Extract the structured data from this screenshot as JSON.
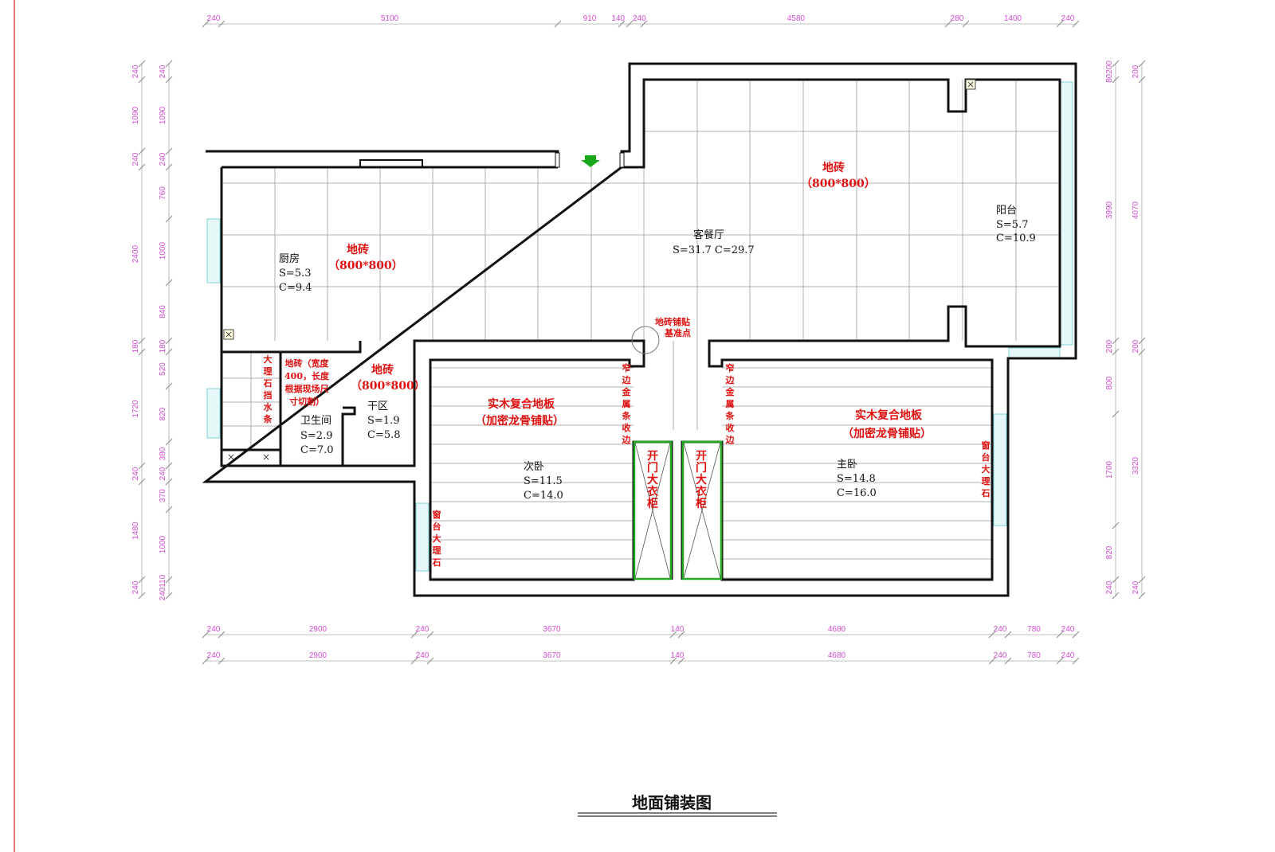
{
  "title": "地面铺装图",
  "dimensions": {
    "top": [
      "240",
      "5100",
      "910",
      "140",
      "240",
      "4580",
      "280",
      "1400",
      "240"
    ],
    "bottom_1": [
      "240",
      "2900",
      "240",
      "3670",
      "140",
      "4680",
      "240",
      "780",
      "240"
    ],
    "bottom_2": [
      "240",
      "2900",
      "240",
      "3670",
      "140",
      "4680",
      "240",
      "780",
      "240"
    ],
    "left_1": [
      "240",
      "1090",
      "240",
      "2400",
      "180",
      "1720",
      "240",
      "1480",
      "240"
    ],
    "left_2": [
      "240",
      "1090",
      "240",
      "760",
      "1000",
      "840",
      "180",
      "520",
      "820",
      "380",
      "240",
      "370",
      "1000",
      "240110"
    ],
    "right_1": [
      "80200",
      "3990",
      "200",
      "800",
      "1700",
      "820",
      "240"
    ],
    "right_2": [
      "200",
      "4070",
      "200",
      "3320",
      "240"
    ]
  },
  "rooms": {
    "kitchen": {
      "name": "厨房",
      "s": "S=5.3",
      "c": "C=9.4"
    },
    "living": {
      "name": "客餐厅",
      "sc": "S=31.7 C=29.7"
    },
    "balcony": {
      "name": "阳台",
      "s": "S=5.7",
      "c": "C=10.9"
    },
    "bathroom": {
      "name": "卫生间",
      "s": "S=2.9",
      "c": "C=7.0"
    },
    "dry_area": {
      "name": "干区",
      "s": "S=1.9",
      "c": "C=5.8"
    },
    "second_bedroom": {
      "name": "次卧",
      "s": "S=11.5",
      "c": "C=14.0"
    },
    "master_bedroom": {
      "name": "主卧",
      "s": "S=14.8",
      "c": "C=16.0"
    }
  },
  "annotations": {
    "tile": "地砖",
    "tile_size": "（800*800）",
    "wood_floor": "实木复合地板",
    "wood_floor_note": "（加密龙骨铺贴）",
    "bath_tile": [
      "地砖（宽度",
      "400，长度",
      "根据现场尺",
      "寸切割）"
    ],
    "marble_strip": [
      "大",
      "理",
      "石",
      "挡",
      "水",
      "条"
    ],
    "metal_strip": [
      "窄",
      "边",
      "金",
      "属",
      "条",
      "收",
      "边"
    ],
    "sill_marble": [
      "窗",
      "台",
      "大",
      "理",
      "石"
    ],
    "wardrobe": [
      "开",
      "门",
      "大",
      "衣",
      "柜"
    ],
    "datum": [
      "地砖铺贴",
      "基准点"
    ]
  },
  "colors": {
    "dimension": "#d24bd2",
    "annotation": "#e01010",
    "wall": "#111111",
    "wardrobe": "#22aa22",
    "window": "#7fd3d8"
  }
}
